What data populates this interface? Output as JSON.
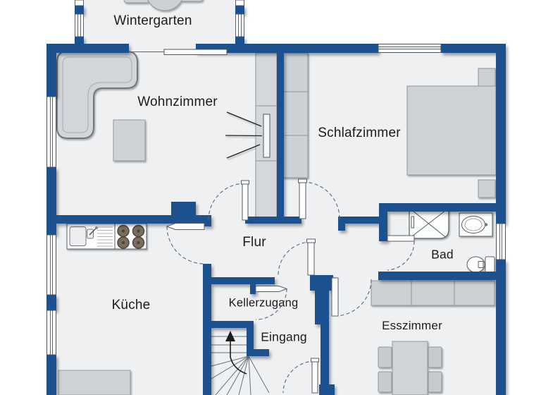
{
  "plan": {
    "type": "floor-plan",
    "rooms": [
      {
        "id": "wintergarten",
        "label": "Wintergarten"
      },
      {
        "id": "wohnzimmer",
        "label": "Wohnzimmer"
      },
      {
        "id": "schlafzimmer",
        "label": "Schlafzimmer"
      },
      {
        "id": "flur",
        "label": "Flur"
      },
      {
        "id": "kueche",
        "label": "Küche"
      },
      {
        "id": "kellerzugang",
        "label": "Kellerzugang"
      },
      {
        "id": "eingang",
        "label": "Eingang"
      },
      {
        "id": "esszimmer",
        "label": "Esszimmer"
      },
      {
        "id": "bad",
        "label": "Bad"
      }
    ],
    "colors": {
      "wall": "#1b5190",
      "floor": "#eef0f2",
      "outside": "#ffffff",
      "furniture": "#ccd1d6",
      "furniture_border": "#8f959b",
      "stove_burner": "#7a6d60",
      "text": "#1c1c1c"
    },
    "symbols": [
      "corner-sofa",
      "coffee-table",
      "tv-lowboard",
      "wardrobe",
      "double-bed",
      "nightstand",
      "round-table",
      "kitchen-sink",
      "stove",
      "kitchen-bench",
      "shower",
      "washbasin",
      "toilet",
      "sideboard",
      "dining-table",
      "chair",
      "staircase-up-arrow",
      "door-swing",
      "window",
      "sliding-door"
    ]
  }
}
